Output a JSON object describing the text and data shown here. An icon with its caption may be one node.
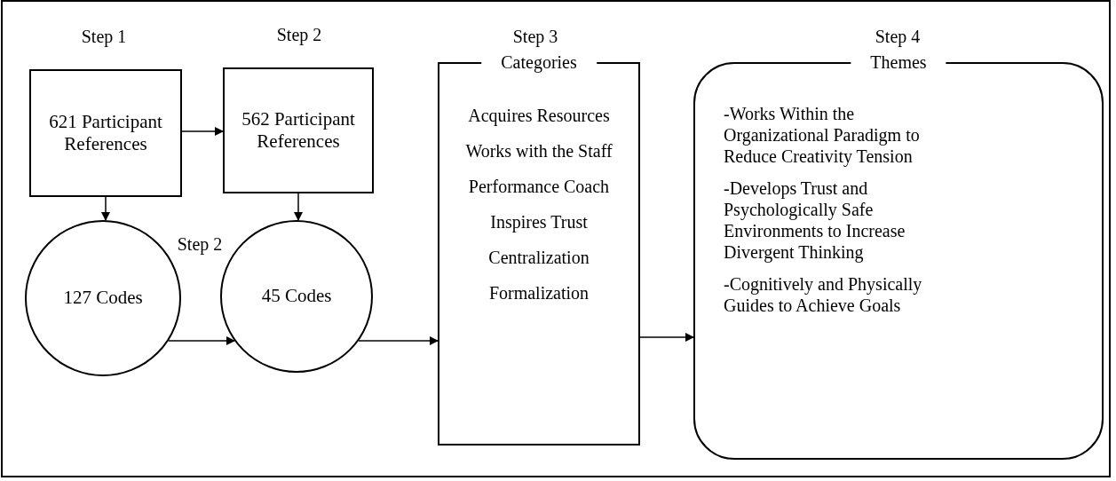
{
  "diagram": {
    "nodes": [
      {
        "text": [
          "621 Participant References"
        ]
      },
      {
        "text": [
          "562 Participant References"
        ]
      },
      {
        "text": [
          "127 Codes"
        ]
      },
      {
        "text": [
          "45 Codes"
        ]
      },
      {
        "text": [
          "Categories",
          "Acquires Resources",
          "Works with the Staff",
          "Performance Coach",
          "Inspires Trust",
          "Centralization",
          "Formalization"
        ]
      },
      {
        "text": [
          "Themes",
          "-Works Within the Organizational Paradigm to Reduce Creativity Tension",
          "-Develops Trust and Psychologically Safe Environments to Increase Divergent Thinking",
          "-Cognitively and Physically Guides to Achieve Goals"
        ]
      }
    ],
    "edges": [
      {
        "from": 0,
        "to": 1,
        "arrow": "to"
      },
      {
        "from": 0,
        "to": 2,
        "arrow": "to"
      },
      {
        "from": 1,
        "to": 3,
        "arrow": "to"
      },
      {
        "from": 2,
        "to": 3,
        "arrow": "to"
      },
      {
        "from": 3,
        "to": 4,
        "arrow": "to"
      },
      {
        "from": 4,
        "to": 5,
        "arrow": "to"
      }
    ],
    "labels": [
      "Step 1",
      "Step 2",
      "Step 3",
      "Step 4",
      "Step 2"
    ]
  }
}
